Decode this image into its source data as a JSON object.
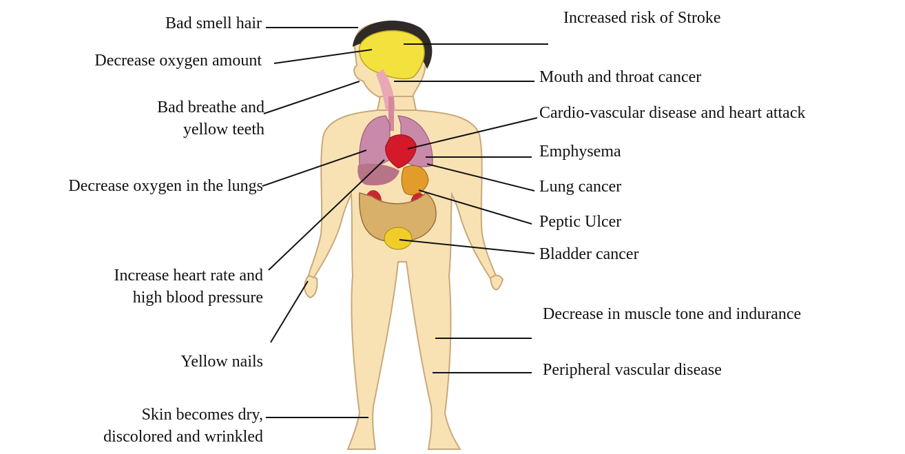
{
  "labels_left": {
    "bad_smell_hair": "Bad smell hair",
    "decrease_oxygen_amount": "Decrease oxygen amount",
    "bad_breathe_line1": "Bad breathe and",
    "bad_breathe_line2": "yellow teeth",
    "decrease_oxygen_lungs": "Decrease oxygen in the lungs",
    "heart_rate_line1": "Increase heart rate and",
    "heart_rate_line2": "high blood pressure",
    "yellow_nails": "Yellow nails",
    "skin_line1": "Skin becomes dry,",
    "skin_line2": "discolored and wrinkled"
  },
  "labels_right": {
    "stroke": "Increased risk of Stroke",
    "mouth_throat": "Mouth and throat cancer",
    "cardio": "Cardio-vascular disease and heart attack",
    "emphysema": "Emphysema",
    "lung_cancer": "Lung cancer",
    "peptic_ulcer": "Peptic Ulcer",
    "bladder_cancer": "Bladder cancer",
    "muscle_tone": "Decrease in muscle tone and indurance",
    "peripheral": "Peripheral vascular disease"
  }
}
